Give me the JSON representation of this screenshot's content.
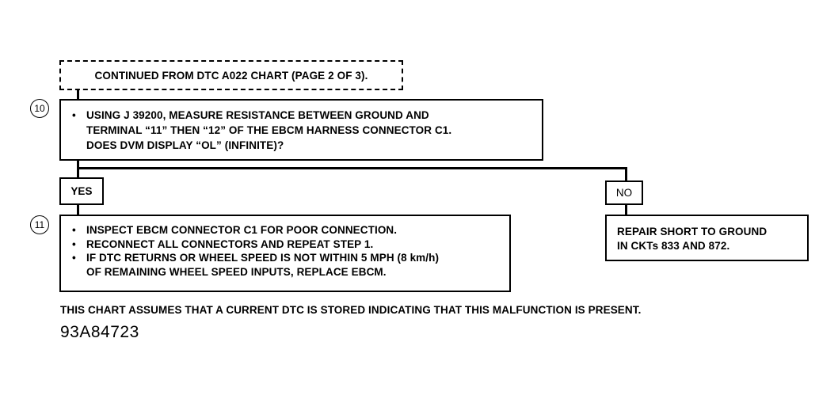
{
  "header": {
    "continued_text": "CONTINUED FROM DTC A022 CHART (PAGE 2 OF 3)."
  },
  "step10": {
    "number": "10",
    "bullet": "•",
    "lines": [
      "USING J 39200, MEASURE RESISTANCE BETWEEN GROUND AND",
      "TERMINAL “11” THEN “12” OF THE EBCM HARNESS CONNECTOR C1.",
      "DOES DVM DISPLAY “OL” (INFINITE)?"
    ]
  },
  "branches": {
    "yes_label": "YES",
    "no_label": "NO"
  },
  "step11": {
    "number": "11",
    "bullet": "•",
    "items": [
      "INSPECT EBCM CONNECTOR C1 FOR POOR CONNECTION.",
      "RECONNECT ALL CONNECTORS AND REPEAT STEP 1.",
      "IF DTC RETURNS OR WHEEL SPEED IS NOT WITHIN 5 MPH (8 km/h)",
      "OF REMAINING WHEEL SPEED INPUTS, REPLACE EBCM."
    ]
  },
  "no_result": {
    "lines": [
      "REPAIR SHORT TO GROUND",
      "IN CKTs 833 AND 872."
    ]
  },
  "footer": {
    "note": "THIS CHART ASSUMES THAT A CURRENT DTC IS STORED INDICATING THAT THIS MALFUNCTION IS PRESENT.",
    "figure_id": "93A84723"
  }
}
